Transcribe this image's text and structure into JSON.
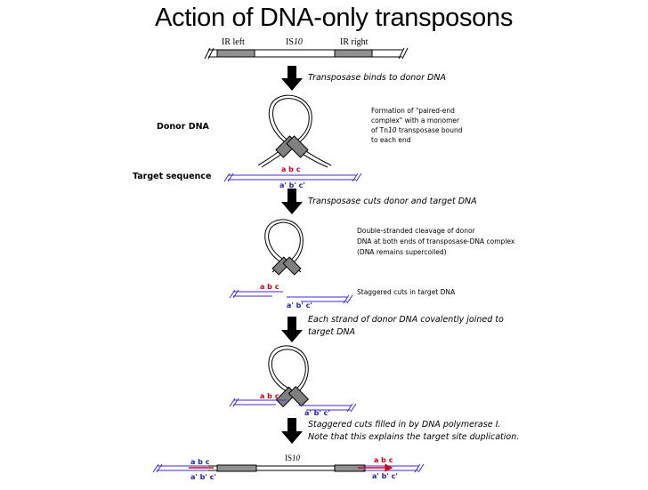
{
  "title": "Action of DNA-only transposons",
  "top_labels": {
    "ir_left": "IR left",
    "is10_prefix": "IS",
    "is10_num": "10",
    "ir_right": "IR right"
  },
  "steps": [
    "Transposase binds to donor DNA",
    "Transposase cuts donor and target DNA",
    "Each strand of donor DNA covalently joined to",
    "target DNA",
    "Staggered cuts filled in by DNA polymerase I.",
    "Note that this explains the target site duplication."
  ],
  "side_labels": {
    "donor": "Donor DNA",
    "target": "Target sequence"
  },
  "notes": {
    "n1_l1": "Formation of \"paired-end",
    "n1_l2": "complex\" with a monomer",
    "n1_l3a": "of Tn",
    "n1_l3b": "10",
    "n1_l3c": " transposase bound",
    "n1_l4": "to each end",
    "n2_l1": "Double-stranded cleavage of donor",
    "n2_l2": "DNA at both ends of transposase-DNA complex",
    "n2_l3": "(DNA remains supercoiled)",
    "n3": "Staggered cuts in target DNA"
  },
  "seq": {
    "top": "a b c",
    "bottom": "a' b' c'"
  },
  "bottom_label": {
    "is_prefix": "IS",
    "is_num": "10"
  },
  "colors": {
    "target_line": "#3b2bd6",
    "seq_text": "#1f2aa8",
    "red": "#d0021b",
    "gray_block": "#909090",
    "clamp": "#808080"
  }
}
